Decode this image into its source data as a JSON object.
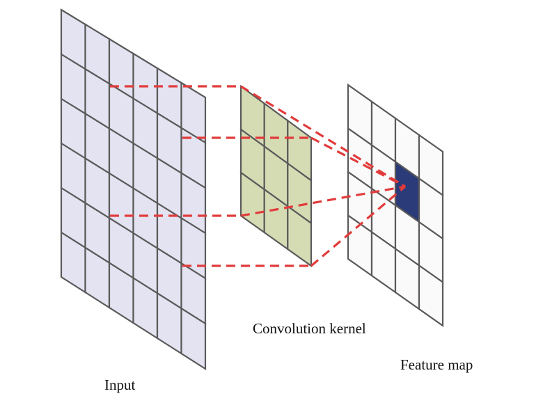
{
  "labels": {
    "input": "Input",
    "kernel": "Convolution kernel",
    "feature_map": "Feature map"
  },
  "grids": {
    "input": {
      "rows": 6,
      "cols": 6,
      "fill": "#e4e3f2"
    },
    "kernel": {
      "rows": 3,
      "cols": 3,
      "fill": "#d5dcb4"
    },
    "feature_map": {
      "rows": 4,
      "cols": 4,
      "fill": "#fafafa",
      "highlight": {
        "row": 1,
        "col": 2,
        "color": "#2b3a78"
      }
    }
  },
  "colors": {
    "grid_line": "#5a5a5a",
    "connector": "#e23b3b"
  }
}
